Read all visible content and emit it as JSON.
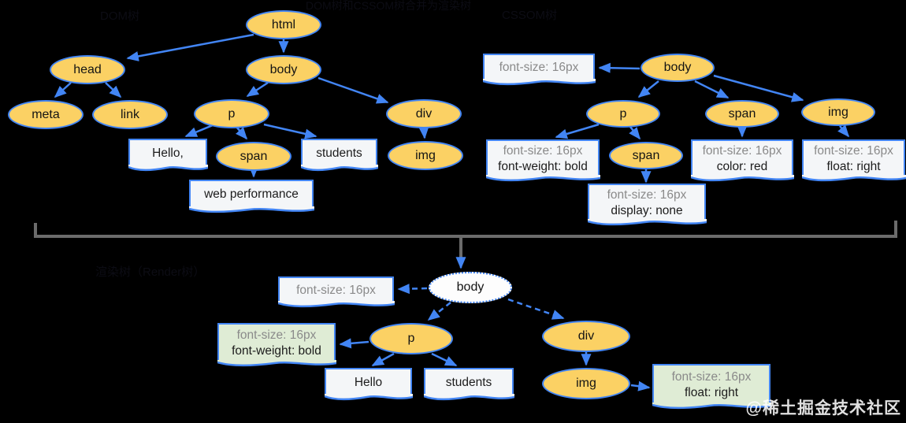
{
  "colors": {
    "node_fill": "#FBD164",
    "node_border": "#4285F4",
    "edge": "#4285F4",
    "note_fill": "#F4F6F8",
    "note_green_fill": "#DFECD5",
    "inherited_text": "#8A8A8A",
    "bracket_line": "#6B6B6B",
    "background": "#000000"
  },
  "faint_labels": {
    "title": "DOM树和CSSOM树合并为渲染树",
    "dom": "DOM树",
    "cssom": "CSSOM树",
    "render": "渲染树（Render树）"
  },
  "dom_tree": {
    "html": "html",
    "head": "head",
    "body": "body",
    "meta": "meta",
    "link": "link",
    "p": "p",
    "div": "div",
    "span": "span",
    "img": "img",
    "text_hello": "Hello,",
    "text_students": "students",
    "text_webperf": "web performance"
  },
  "cssom_tree": {
    "body": "body",
    "p": "p",
    "span_under_p": "span",
    "span_under_body": "span",
    "img": "img",
    "note_body": "font-size: 16px",
    "note_p_line1": "font-size: 16px",
    "note_p_line2": "font-weight: bold",
    "note_span_p_line1": "font-size: 16px",
    "note_span_p_line2": "display: none",
    "note_span_body_line1": "font-size: 16px",
    "note_span_body_line2": "color: red",
    "note_img_line1": "font-size: 16px",
    "note_img_line2": "float: right"
  },
  "render_tree": {
    "body": "body",
    "p": "p",
    "div": "div",
    "img": "img",
    "text_hello": "Hello",
    "text_students": "students",
    "note_body": "font-size: 16px",
    "note_p_line1": "font-size: 16px",
    "note_p_line2": "font-weight: bold",
    "note_img_line1": "font-size: 16px",
    "note_img_line2": "float: right"
  },
  "watermark": "@稀土掘金技术社区"
}
